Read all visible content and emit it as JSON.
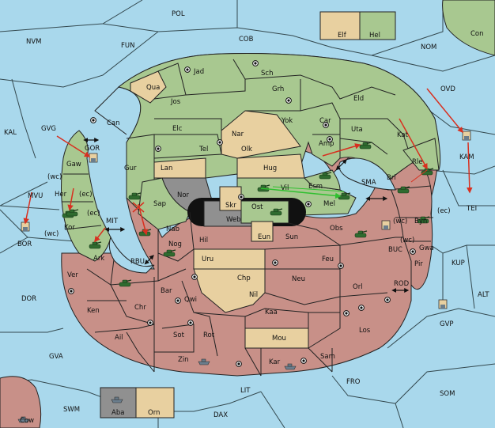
{
  "colors": {
    "sea": "#a9d8ec",
    "green": "#a8c890",
    "tan": "#e8d0a0",
    "red": "#c89088",
    "gray": "#909090",
    "dark": "#111111",
    "order_red": "#d83020",
    "order_green": "#30c030",
    "unit_green": "#2f6b2f",
    "unit_gray": "#6a7d8c"
  },
  "legend_top": {
    "left_label": "Elf",
    "right_label": "Hel"
  },
  "legend_bottom": {
    "left_label": "Aba",
    "right_label": "Orn"
  },
  "seas": [
    {
      "id": "pol",
      "label": "POL"
    },
    {
      "id": "nvm",
      "label": "NVM"
    },
    {
      "id": "fun",
      "label": "FUN"
    },
    {
      "id": "cob",
      "label": "COB"
    },
    {
      "id": "nom",
      "label": "NOM"
    },
    {
      "id": "con",
      "label": "Con"
    },
    {
      "id": "ovd",
      "label": "OVD"
    },
    {
      "id": "kal",
      "label": "KAL"
    },
    {
      "id": "gvg",
      "label": "GVG"
    },
    {
      "id": "mvu",
      "label": "MVU"
    },
    {
      "id": "bor",
      "label": "BOR"
    },
    {
      "id": "mit",
      "label": "MIT"
    },
    {
      "id": "rbu",
      "label": "RBU"
    },
    {
      "id": "dor",
      "label": "DOR"
    },
    {
      "id": "gva",
      "label": "GVA"
    },
    {
      "id": "swm",
      "label": "SWM"
    },
    {
      "id": "cow",
      "label": "Cow"
    },
    {
      "id": "dax",
      "label": "DAX"
    },
    {
      "id": "lit",
      "label": "LIT"
    },
    {
      "id": "fro",
      "label": "FRO"
    },
    {
      "id": "som",
      "label": "SOM"
    },
    {
      "id": "alt",
      "label": "ALT"
    },
    {
      "id": "gvp",
      "label": "GVP"
    },
    {
      "id": "kup",
      "label": "KUP"
    },
    {
      "id": "rod",
      "label": "ROD"
    },
    {
      "id": "buc",
      "label": "BUC"
    },
    {
      "id": "kam",
      "label": "KAM"
    },
    {
      "id": "tei",
      "label": "TEI"
    },
    {
      "id": "sma",
      "label": "SMA"
    },
    {
      "id": "gor",
      "label": "GOR"
    }
  ],
  "provinces": [
    {
      "id": "jad",
      "label": "Jad"
    },
    {
      "id": "sch",
      "label": "Sch"
    },
    {
      "id": "qua",
      "label": "Qua"
    },
    {
      "id": "jos",
      "label": "Jos"
    },
    {
      "id": "grh",
      "label": "Grh"
    },
    {
      "id": "eld",
      "label": "Eld"
    },
    {
      "id": "can",
      "label": "Can"
    },
    {
      "id": "elc",
      "label": "Elc"
    },
    {
      "id": "nar",
      "label": "Nar"
    },
    {
      "id": "yok",
      "label": "Yok"
    },
    {
      "id": "car",
      "label": "Car"
    },
    {
      "id": "uta",
      "label": "Uta"
    },
    {
      "id": "kat",
      "label": "Kat"
    },
    {
      "id": "tel",
      "label": "Tel"
    },
    {
      "id": "olk",
      "label": "Olk"
    },
    {
      "id": "amp",
      "label": "Amp"
    },
    {
      "id": "gaw",
      "label": "Gaw"
    },
    {
      "id": "gur",
      "label": "Gur"
    },
    {
      "id": "lan",
      "label": "Lan"
    },
    {
      "id": "hug",
      "label": "Hug"
    },
    {
      "id": "rle",
      "label": "Rle"
    },
    {
      "id": "her",
      "label": "Her"
    },
    {
      "id": "nor",
      "label": "Nor"
    },
    {
      "id": "skr",
      "label": "Skr"
    },
    {
      "id": "vil",
      "label": "Vil"
    },
    {
      "id": "esm",
      "label": "Esm"
    },
    {
      "id": "bri",
      "label": "Bri"
    },
    {
      "id": "sap",
      "label": "Sap"
    },
    {
      "id": "web",
      "label": "Web"
    },
    {
      "id": "ost",
      "label": "Ost"
    },
    {
      "id": "mel",
      "label": "Mel"
    },
    {
      "id": "kor",
      "label": "Kor"
    },
    {
      "id": "byn",
      "label": "Byn"
    },
    {
      "id": "nab",
      "label": "Nab"
    },
    {
      "id": "eun",
      "label": "Eun"
    },
    {
      "id": "sun",
      "label": "Sun"
    },
    {
      "id": "obs",
      "label": "Obs"
    },
    {
      "id": "hil",
      "label": "Hil"
    },
    {
      "id": "gwa",
      "label": "Gwa"
    },
    {
      "id": "ark",
      "label": "Ark"
    },
    {
      "id": "nog",
      "label": "Nog"
    },
    {
      "id": "uru",
      "label": "Uru"
    },
    {
      "id": "feu",
      "label": "Feu"
    },
    {
      "id": "pir",
      "label": "Pir"
    },
    {
      "id": "ver",
      "label": "Ver"
    },
    {
      "id": "chp",
      "label": "Chp"
    },
    {
      "id": "neu",
      "label": "Neu"
    },
    {
      "id": "bar",
      "label": "Bar"
    },
    {
      "id": "nil",
      "label": "Nil"
    },
    {
      "id": "orl",
      "label": "Orl"
    },
    {
      "id": "qwi",
      "label": "Qwi"
    },
    {
      "id": "ken",
      "label": "Ken"
    },
    {
      "id": "chr",
      "label": "Chr"
    },
    {
      "id": "kaa",
      "label": "Kaa"
    },
    {
      "id": "ail",
      "label": "Ail"
    },
    {
      "id": "sot",
      "label": "Sot"
    },
    {
      "id": "rot",
      "label": "Rot"
    },
    {
      "id": "mou",
      "label": "Mou"
    },
    {
      "id": "los",
      "label": "Los"
    },
    {
      "id": "zin",
      "label": "Zin"
    },
    {
      "id": "kar",
      "label": "Kar"
    },
    {
      "id": "sam",
      "label": "Sam"
    }
  ],
  "coast_labels": [
    {
      "id": "wc-her",
      "label": "(wc)"
    },
    {
      "id": "ec-her",
      "label": "(ec)"
    },
    {
      "id": "ec-kor",
      "label": "(ec)"
    },
    {
      "id": "wc-kor",
      "label": "(wc)"
    },
    {
      "id": "wc-byn",
      "label": "(wc)"
    },
    {
      "id": "ec-byn",
      "label": "(ec)"
    },
    {
      "id": "wc-gwa",
      "label": "(wc)"
    }
  ]
}
